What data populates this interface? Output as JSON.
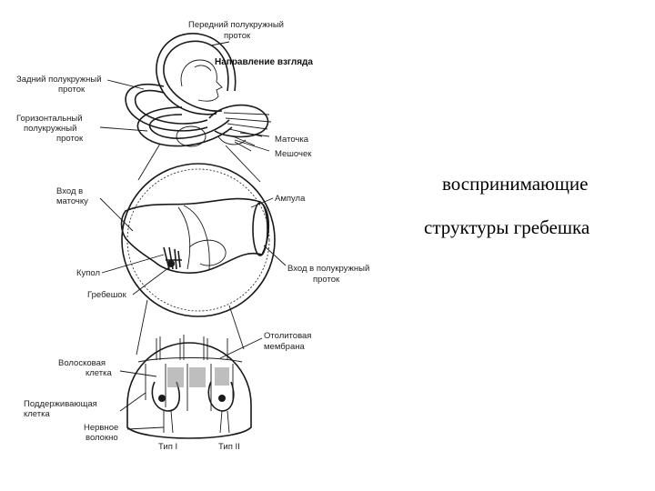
{
  "labels": {
    "anterior_canal": [
      "Передний полукружный",
      "проток"
    ],
    "gaze_direction": "Направление взгляда",
    "posterior_canal": [
      "Задний полукружный",
      "проток"
    ],
    "horizontal_canal": [
      "Горизонтальный",
      "полукружный",
      "проток"
    ],
    "utricle": "Маточка",
    "saccule": "Мешочек",
    "utricle_entrance": [
      "Вход в",
      "маточку"
    ],
    "ampulla": "Ампула",
    "cupula": "Купол",
    "crista": "Гребешок",
    "canal_entrance": [
      "Вход в полукружный",
      "проток"
    ],
    "otolith_membrane": [
      "Отолитовая",
      "мембрана"
    ],
    "hair_cell": [
      "Волосковая",
      "клетка"
    ],
    "supporting_cell": [
      "Поддерживающая",
      "клетка"
    ],
    "nerve_fiber": [
      "Нервное",
      "волокно"
    ],
    "type1": "Тип I",
    "type2": "Тип II"
  },
  "caption": {
    "line1": "воспринимающие",
    "line2": "структуры гребешка"
  }
}
